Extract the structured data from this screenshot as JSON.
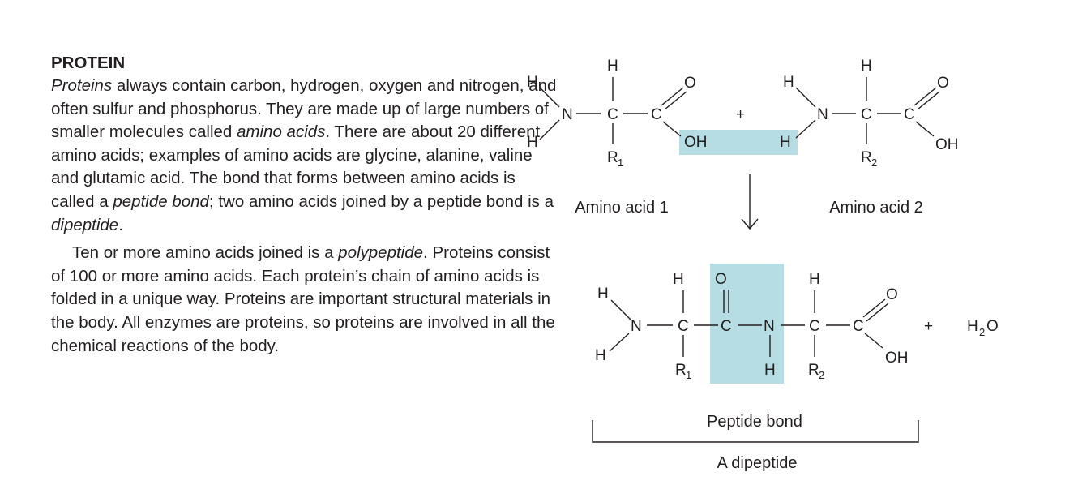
{
  "text": {
    "heading": "PROTEIN",
    "p1": [
      {
        "t": "Proteins",
        "i": true
      },
      {
        "t": " always contain carbon, hydrogen, oxygen and nitrogen, and often sulfur and phosphorus. They are made up of large numbers of smaller molecules called ",
        "i": false
      },
      {
        "t": "amino acids",
        "i": true
      },
      {
        "t": ". There are about 20 different amino acids; examples of amino acids are glycine, alanine, valine and glutamic acid. The bond that forms between amino acids is called a ",
        "i": false
      },
      {
        "t": "peptide bond",
        "i": true
      },
      {
        "t": "; two amino acids joined by a peptide bond is a ",
        "i": false
      },
      {
        "t": "dipeptide",
        "i": true
      },
      {
        "t": ".",
        "i": false
      }
    ],
    "p2": [
      {
        "t": "Ten or more amino acids joined is a ",
        "i": false
      },
      {
        "t": "polypeptide",
        "i": true
      },
      {
        "t": ". Proteins consist of 100 or more amino acids. Each protein’s chain of amino acids is folded in a unique way. Proteins are important structural materials in the body. All enzymes are proteins, so proteins are involved in all the chemical reactions of the body.",
        "i": false
      }
    ]
  },
  "diagram": {
    "labels": {
      "amino_acid_1": "Amino acid 1",
      "amino_acid_2": "Amino acid 2",
      "peptide_bond": "Peptide bond",
      "dipeptide": "A dipeptide"
    },
    "atoms": {
      "H": "H",
      "N": "N",
      "C": "C",
      "O": "O",
      "OH": "OH",
      "R": "R",
      "sub1": "1",
      "sub2": "2",
      "plus": "+",
      "water_H": "H",
      "water_O": "O"
    },
    "highlight_color": "#b6dde3",
    "arrow_icon": "down-arrow"
  }
}
